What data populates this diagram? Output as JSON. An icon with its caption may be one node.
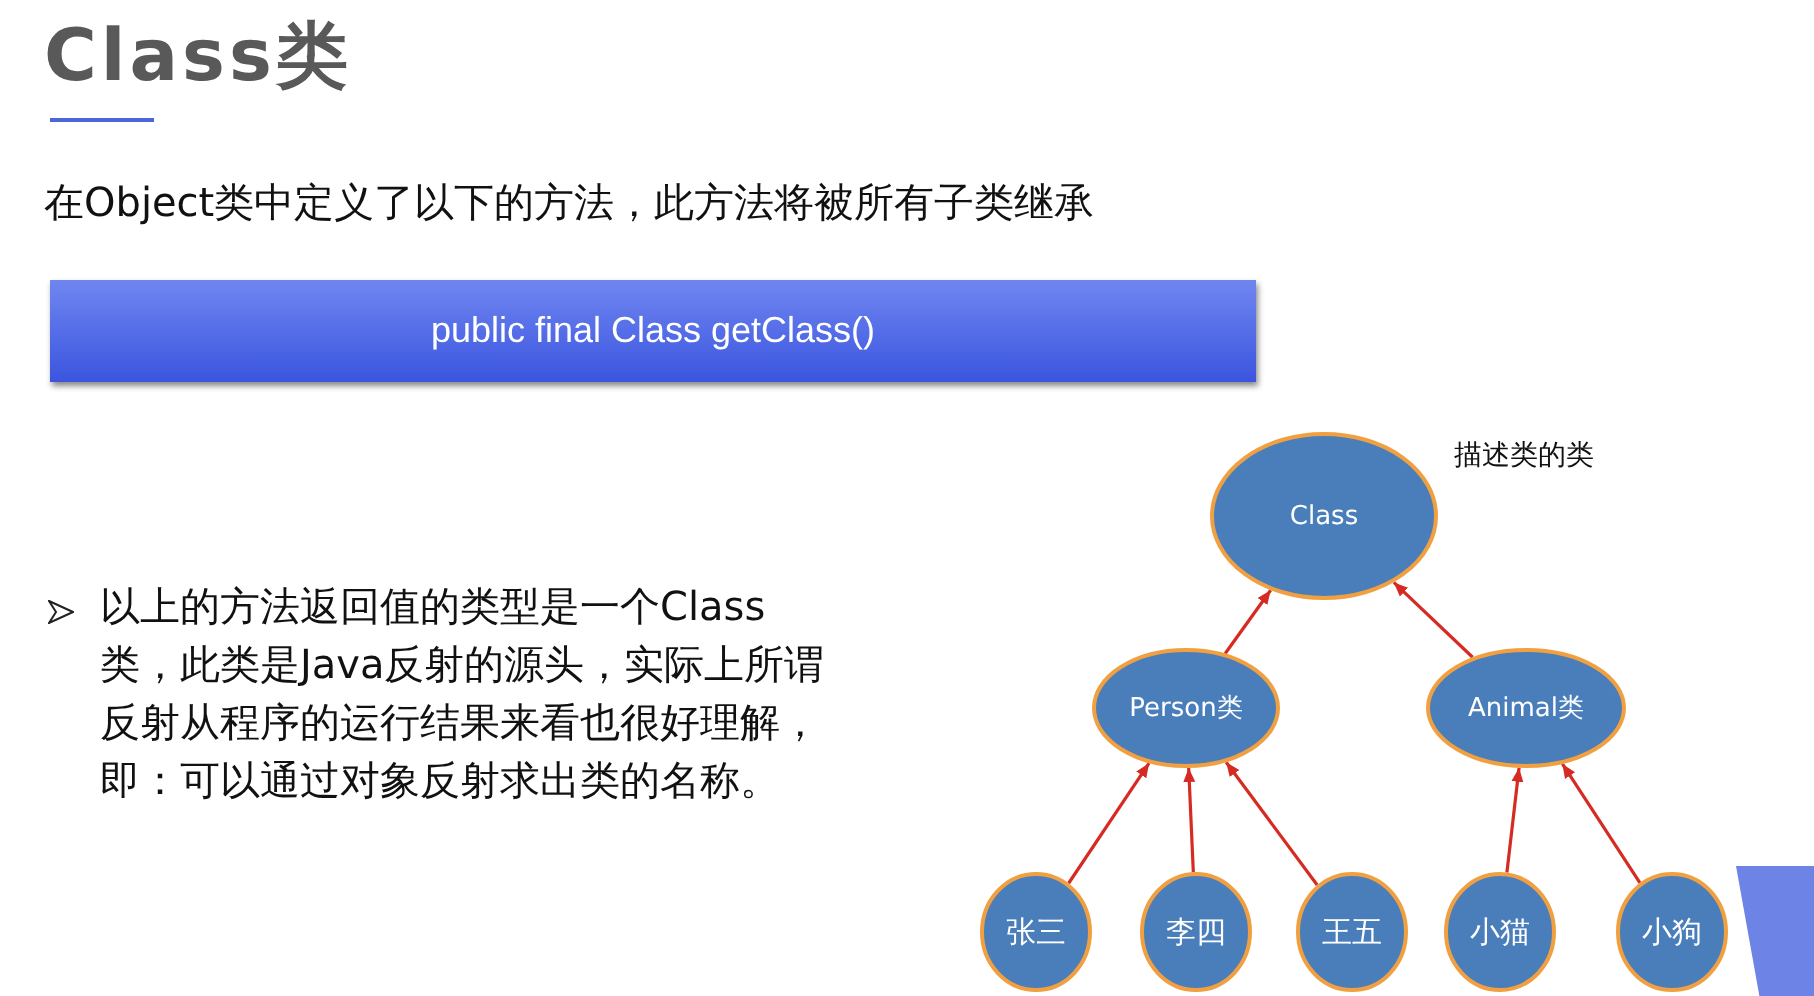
{
  "diagram": {
    "title": "Class类",
    "nodes": [
      {
        "text": [
          "public final Class getClass()"
        ]
      },
      {
        "text": [
          "Class"
        ],
        "beside": [
          "描述类的类"
        ]
      },
      {
        "text": [
          "Person类"
        ]
      },
      {
        "text": [
          "Animal类"
        ]
      },
      {
        "text": [
          "张三"
        ]
      },
      {
        "text": [
          "李四"
        ]
      },
      {
        "text": [
          "王五"
        ]
      },
      {
        "text": [
          "小猫"
        ]
      },
      {
        "text": [
          "小狗"
        ]
      }
    ],
    "edges": [
      {
        "from": 2,
        "to": 1,
        "arrow": "to"
      },
      {
        "from": 3,
        "to": 1,
        "arrow": "to"
      },
      {
        "from": 4,
        "to": 2,
        "arrow": "to"
      },
      {
        "from": 5,
        "to": 2,
        "arrow": "to"
      },
      {
        "from": 6,
        "to": 2,
        "arrow": "to"
      },
      {
        "from": 7,
        "to": 3,
        "arrow": "to"
      },
      {
        "from": 8,
        "to": 3,
        "arrow": "to"
      }
    ],
    "labels": [
      "在Object类中定义了以下的方法，此方法将被所有子类继承",
      "以上的方法返回值的类型是一个Class类，此类是Java反射的源头，实际上所谓反射从程序的运行结果来看也很好理解，即：可以通过对象反射求出类的名称。"
    ]
  }
}
